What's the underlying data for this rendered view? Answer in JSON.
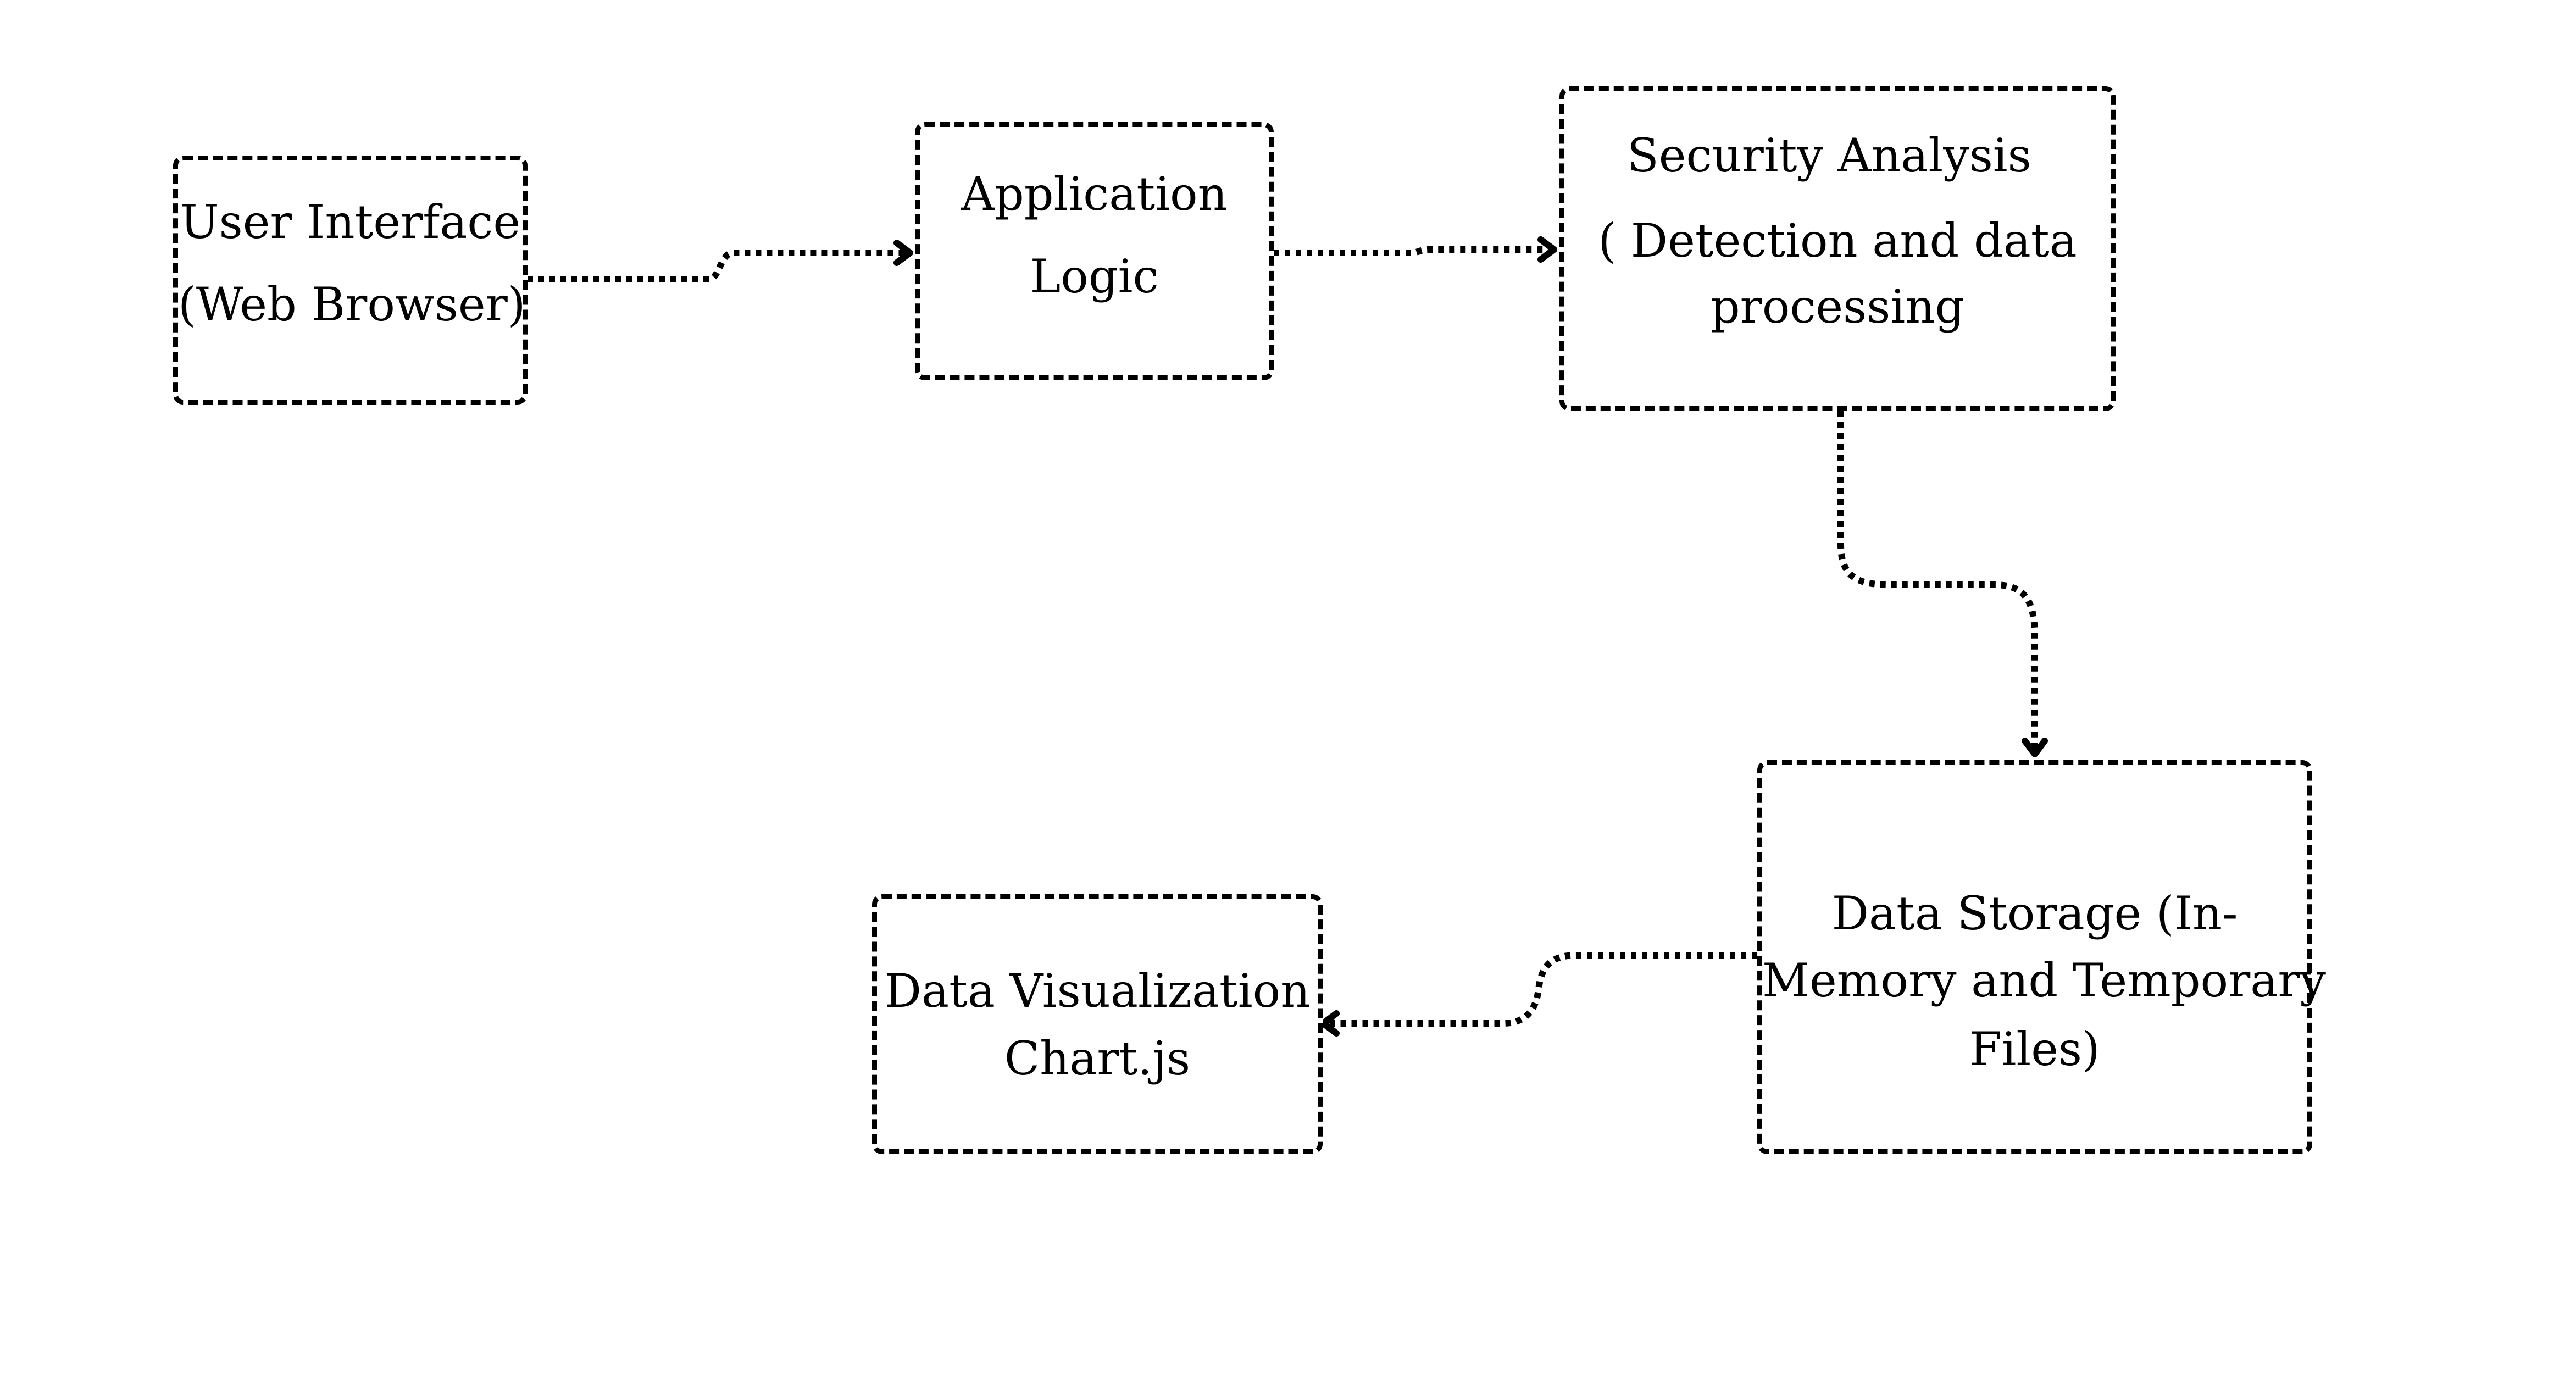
{
  "diagram": {
    "nodes": {
      "ui": {
        "lines": [
          "User Interface",
          "(Web Browser)"
        ]
      },
      "logic": {
        "lines": [
          "Application",
          "Logic"
        ]
      },
      "security": {
        "lines": [
          "Security Analysis",
          "( Detection and data",
          "processing"
        ]
      },
      "storage": {
        "lines": [
          "Data Storage (In-",
          "Memory and Temporary",
          "Files)"
        ]
      },
      "viz": {
        "lines": [
          "Data Visualization",
          "Chart.js"
        ]
      }
    },
    "edges": [
      {
        "from": "ui",
        "to": "logic"
      },
      {
        "from": "logic",
        "to": "security"
      },
      {
        "from": "security",
        "to": "storage"
      },
      {
        "from": "storage",
        "to": "viz"
      }
    ],
    "colors": {
      "stroke": "#000000",
      "background": "#ffffff"
    }
  }
}
